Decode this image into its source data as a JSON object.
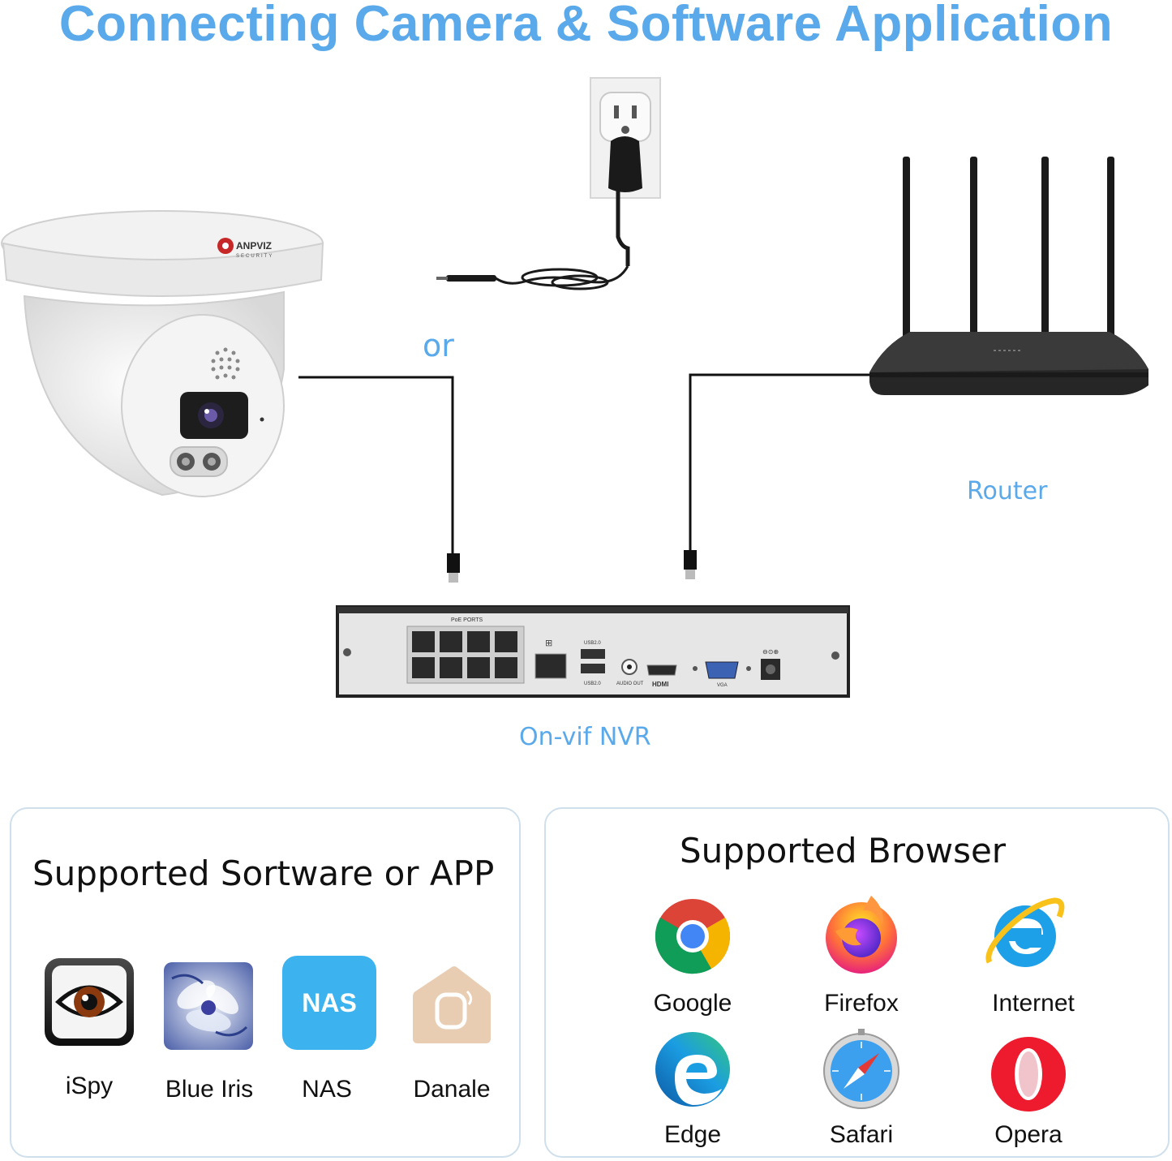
{
  "title": "Connecting Camera & Software Application",
  "diagram": {
    "or_label": "or",
    "router_label": "Router",
    "nvr_label": "On-vif NVR",
    "camera_brand": "ANPVIZ",
    "camera_brand_sub": "SECURITY",
    "nvr_ports": {
      "poe": "PoE PORTS",
      "usb_top": "USB2.0",
      "usb_bottom": "USB2.0",
      "audio": "AUDIO OUT",
      "hdmi": "HDMI",
      "vga": "VGA"
    }
  },
  "software_panel": {
    "title": "Supported Sortware or APP",
    "apps": [
      {
        "label": "iSpy",
        "icon": "ispy-eye-icon"
      },
      {
        "label": "Blue Iris",
        "icon": "blue-iris-icon"
      },
      {
        "label": "NAS",
        "icon": "nas-icon",
        "icon_text": "NAS"
      },
      {
        "label": "Danale",
        "icon": "danale-icon"
      }
    ]
  },
  "browser_panel": {
    "title": "Supported Browser",
    "browsers": [
      {
        "label": "Google",
        "icon": "chrome-icon"
      },
      {
        "label": "Firefox",
        "icon": "firefox-icon"
      },
      {
        "label": "Internet",
        "icon": "internet-explorer-icon"
      },
      {
        "label": "Edge",
        "icon": "edge-icon"
      },
      {
        "label": "Safari",
        "icon": "safari-icon"
      },
      {
        "label": "Opera",
        "icon": "opera-icon"
      }
    ]
  },
  "colors": {
    "accent_blue": "#5aa9ea",
    "panel_border": "#cfe0ec",
    "text": "#111111"
  }
}
